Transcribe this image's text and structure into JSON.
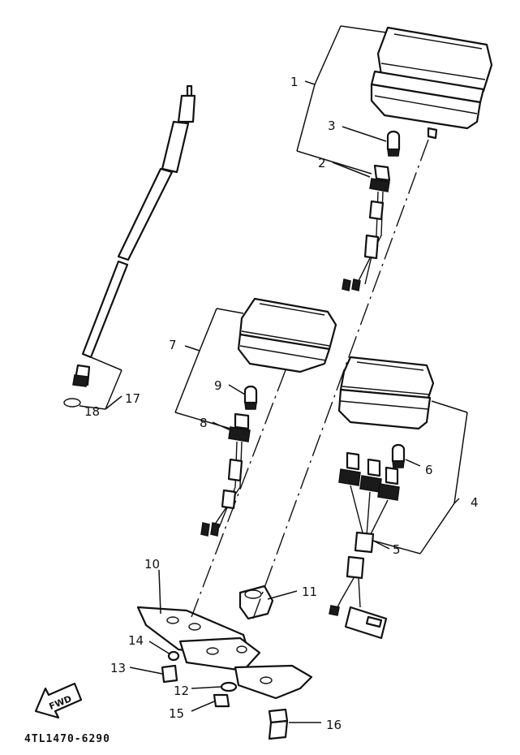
{
  "callouts": {
    "c1": "1",
    "c2": "2",
    "c3": "3",
    "c4": "4",
    "c5": "5",
    "c6": "6",
    "c7": "7",
    "c8": "8",
    "c9": "9",
    "c10": "10",
    "c11": "11",
    "c12": "12",
    "c13": "13",
    "c14": "14",
    "c15": "15",
    "c16": "16",
    "c17": "17",
    "c18": "18"
  },
  "fwd_label": "FWD",
  "diagram_code": "4TL1470-6290"
}
